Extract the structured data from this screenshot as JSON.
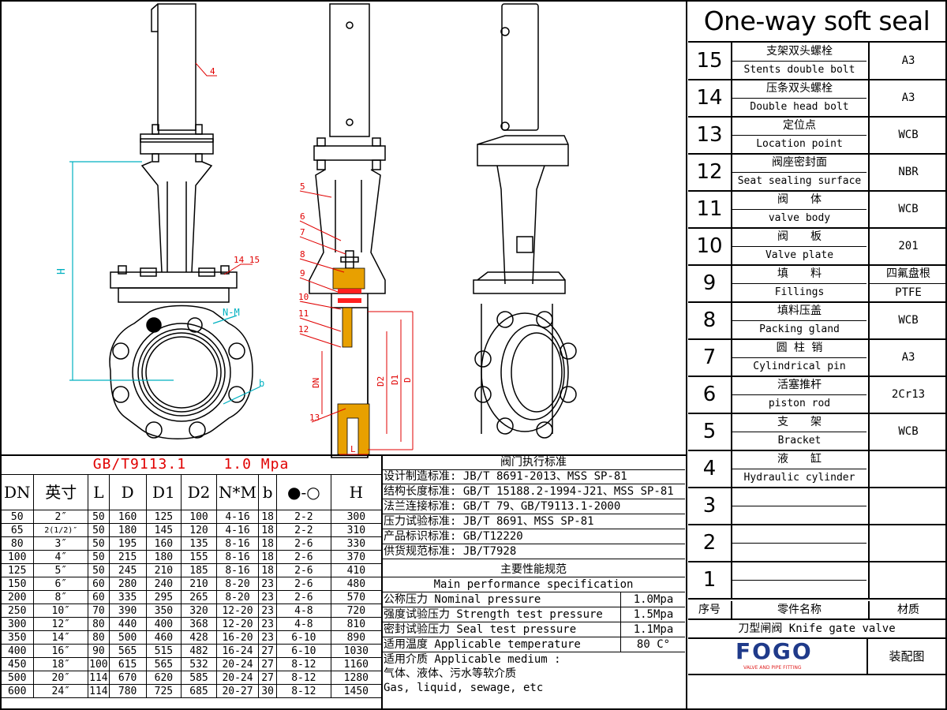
{
  "title": "One-way soft seal",
  "colors": {
    "red": "#e00000",
    "line": "#000000",
    "brass": "#e8a000",
    "seal": "#ff2020",
    "logo_blue": "#1f3a8a",
    "logo_red": "#e02020"
  },
  "drawing_labels": {
    "front": {
      "cylinder": "4",
      "bolts": "14 15",
      "height": "H",
      "holes": "N-M",
      "bolt_hole": "b"
    },
    "section": {
      "l5": "5",
      "l6": "6",
      "l7": "7",
      "l8": "8",
      "l9": "9",
      "l10": "10",
      "l11": "11",
      "l12": "12",
      "l13": "13",
      "dn": "DN",
      "d2": "D2",
      "d1": "D1",
      "d": "D",
      "l": "L"
    }
  },
  "parts": [
    {
      "no": "15",
      "cn": "支架双头螺栓",
      "en": "Stents double bolt",
      "material": "A3"
    },
    {
      "no": "14",
      "cn": "压条双头螺栓",
      "en": "Double head bolt",
      "material": "A3"
    },
    {
      "no": "13",
      "cn": "定位点",
      "en": "Location point",
      "material": "WCB"
    },
    {
      "no": "12",
      "cn": "阀座密封面",
      "en": "Seat sealing surface",
      "material": "NBR"
    },
    {
      "no": "11",
      "cn": "阀　　体",
      "en": "valve body",
      "material": "WCB"
    },
    {
      "no": "10",
      "cn": "阀　　板",
      "en": "Valve plate",
      "material": "201"
    },
    {
      "no": "9",
      "cn": "填　　料",
      "en": "Fillings",
      "material": "四氟盘根",
      "material2": "PTFE"
    },
    {
      "no": "8",
      "cn": "填料压盖",
      "en": "Packing gland",
      "material": "WCB"
    },
    {
      "no": "7",
      "cn": "圆 柱 销",
      "en": "Cylindrical pin",
      "material": "A3"
    },
    {
      "no": "6",
      "cn": "活塞推杆",
      "en": "piston rod",
      "material": "2Cr13"
    },
    {
      "no": "5",
      "cn": "支　　架",
      "en": "Bracket",
      "material": "WCB"
    },
    {
      "no": "4",
      "cn": "液　　缸",
      "en": "Hydraulic cylinder",
      "material": ""
    },
    {
      "no": "3",
      "cn": "",
      "en": "",
      "material": ""
    },
    {
      "no": "2",
      "cn": "",
      "en": "",
      "material": ""
    },
    {
      "no": "1",
      "cn": "",
      "en": "",
      "material": ""
    }
  ],
  "parts_header": {
    "no": "序号",
    "name": "零件名称",
    "material": "材质"
  },
  "footer": {
    "product": "刀型闸阀 Knife gate valve",
    "logo": "FOGO",
    "logo_sub": "VALVE AND PIPE FITTING",
    "drawing": "装配图"
  },
  "dim_table": {
    "standard": "GB/T9113.1",
    "pressure": "1.0 Mpa",
    "headers": [
      "DN",
      "英寸",
      "L",
      "D",
      "D1",
      "D2",
      "N*M",
      "b",
      "●-○",
      "H"
    ],
    "rows": [
      [
        "50",
        "2″",
        "50",
        "160",
        "125",
        "100",
        "4-16",
        "18",
        "2-2",
        "300"
      ],
      [
        "65",
        "2(1/2)″",
        "50",
        "180",
        "145",
        "120",
        "4-16",
        "18",
        "2-2",
        "310"
      ],
      [
        "80",
        "3″",
        "50",
        "195",
        "160",
        "135",
        "8-16",
        "18",
        "2-6",
        "330"
      ],
      [
        "100",
        "4″",
        "50",
        "215",
        "180",
        "155",
        "8-16",
        "18",
        "2-6",
        "370"
      ],
      [
        "125",
        "5″",
        "50",
        "245",
        "210",
        "185",
        "8-16",
        "18",
        "2-6",
        "410"
      ],
      [
        "150",
        "6″",
        "60",
        "280",
        "240",
        "210",
        "8-20",
        "23",
        "2-6",
        "480"
      ],
      [
        "200",
        "8″",
        "60",
        "335",
        "295",
        "265",
        "8-20",
        "23",
        "2-6",
        "570"
      ],
      [
        "250",
        "10″",
        "70",
        "390",
        "350",
        "320",
        "12-20",
        "23",
        "4-8",
        "720"
      ],
      [
        "300",
        "12″",
        "80",
        "440",
        "400",
        "368",
        "12-20",
        "23",
        "4-8",
        "810"
      ],
      [
        "350",
        "14″",
        "80",
        "500",
        "460",
        "428",
        "16-20",
        "23",
        "6-10",
        "890"
      ],
      [
        "400",
        "16″",
        "90",
        "565",
        "515",
        "482",
        "16-24",
        "27",
        "6-10",
        "1030"
      ],
      [
        "450",
        "18″",
        "100",
        "615",
        "565",
        "532",
        "20-24",
        "27",
        "8-12",
        "1160"
      ],
      [
        "500",
        "20″",
        "114",
        "670",
        "620",
        "585",
        "20-24",
        "27",
        "8-12",
        "1280"
      ],
      [
        "600",
        "24″",
        "114",
        "780",
        "725",
        "685",
        "20-27",
        "30",
        "8-12",
        "1450"
      ]
    ]
  },
  "standards": {
    "title": "阀门执行标准",
    "lines": [
      "设计制造标准: JB/T 8691-2013、MSS SP-81",
      "结构长度标准: GB/T 15188.2-1994-J21、MSS SP-81",
      "法兰连接标准: GB/T 79、GB/T9113.1-2000",
      "压力试验标准: JB/T 8691、MSS SP-81",
      "产品标识标准: GB/T12220",
      "供货规范标准: JB/T7928"
    ],
    "perf_title_cn": "主要性能规范",
    "perf_title_en": "Main performance specification",
    "perf": [
      {
        "label": "公称压力 Nominal pressure",
        "value": "1.0Mpa"
      },
      {
        "label": "强度试验压力 Strength test pressure",
        "value": "1.5Mpa"
      },
      {
        "label": "密封试验压力 Seal test pressure",
        "value": "1.1Mpa"
      },
      {
        "label": "适用温度 Applicable temperature",
        "value": "80 C°"
      }
    ],
    "medium_label": "适用介质 Applicable medium :",
    "medium_cn": "气体、液体、污水等软介质",
    "medium_en": "Gas, liquid, sewage, etc"
  }
}
